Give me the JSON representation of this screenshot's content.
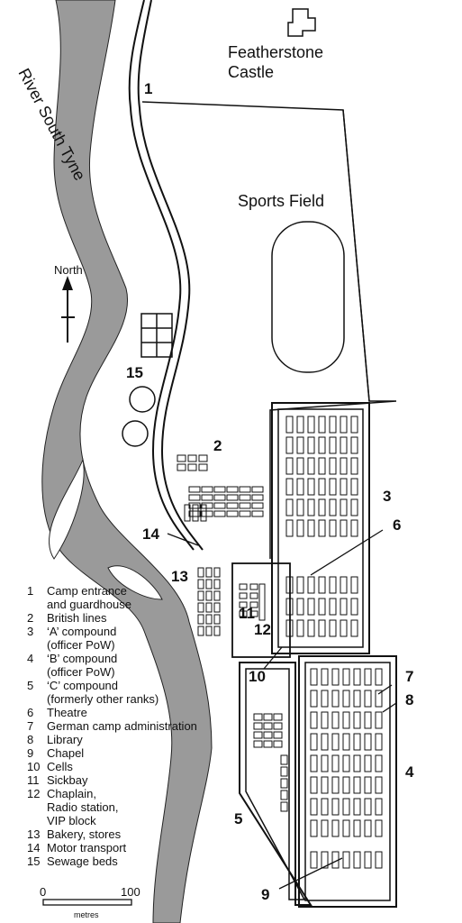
{
  "title_place": {
    "line1": "Featherstone",
    "line2": "Castle"
  },
  "river_label": "River South Tyne",
  "field_label": "Sports Field",
  "north_label": "North",
  "markers": [
    "1",
    "2",
    "3",
    "4",
    "5",
    "6",
    "7",
    "8",
    "9",
    "10",
    "11",
    "12",
    "13",
    "14",
    "15"
  ],
  "legend": [
    {
      "num": "1",
      "lines": [
        "Camp entrance",
        "and guardhouse"
      ]
    },
    {
      "num": "2",
      "lines": [
        "British lines"
      ]
    },
    {
      "num": "3",
      "lines": [
        "‘A’ compound",
        "(officer PoW)"
      ]
    },
    {
      "num": "4",
      "lines": [
        "‘B’ compound",
        "(officer PoW)"
      ]
    },
    {
      "num": "5",
      "lines": [
        "‘C’ compound",
        "(formerly other ranks)"
      ]
    },
    {
      "num": "6",
      "lines": [
        "Theatre"
      ]
    },
    {
      "num": "7",
      "lines": [
        "German camp administration"
      ]
    },
    {
      "num": "8",
      "lines": [
        "Library"
      ]
    },
    {
      "num": "9",
      "lines": [
        "Chapel"
      ]
    },
    {
      "num": "10",
      "lines": [
        "Cells"
      ]
    },
    {
      "num": "11",
      "lines": [
        "Sickbay"
      ]
    },
    {
      "num": "12",
      "lines": [
        "Chaplain,",
        "Radio station,",
        "VIP block"
      ]
    },
    {
      "num": "13",
      "lines": [
        "Bakery, stores"
      ]
    },
    {
      "num": "14",
      "lines": [
        "Motor transport"
      ]
    },
    {
      "num": "15",
      "lines": [
        "Sewage beds"
      ]
    }
  ],
  "scale": {
    "start": "0",
    "end": "100",
    "unit": "metres"
  },
  "colors": {
    "ink": "#111111",
    "paper": "#ffffff",
    "river": "#9a9a9a"
  }
}
